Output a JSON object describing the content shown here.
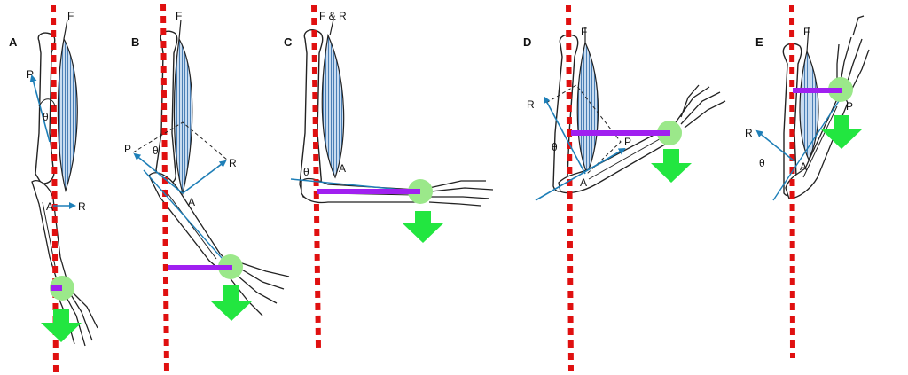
{
  "figure": {
    "colors": {
      "plumb_line": "#e01010",
      "moment_arm": "#a020f0",
      "load_circle": "#9be88a",
      "gravity_arrow": "#22e640",
      "force_vector": "#1e7fb8",
      "muscle": "#8fb3d9",
      "bone_outline": "#222222"
    },
    "panels": [
      {
        "letter": "A",
        "origin": "F",
        "muscle_force": "P",
        "reaction": "R",
        "attachment": "A",
        "angle": "θ"
      },
      {
        "letter": "B",
        "origin": "F",
        "muscle_force": "P",
        "reaction": "R",
        "attachment": "A",
        "angle": "θ"
      },
      {
        "letter": "C",
        "origin": "F & R",
        "attachment": "A",
        "angle": "θ"
      },
      {
        "letter": "D",
        "origin": "F",
        "muscle_force": "P",
        "reaction": "R",
        "attachment": "A",
        "angle": "θ"
      },
      {
        "letter": "E",
        "origin": "F",
        "muscle_force": "P",
        "reaction": "R",
        "attachment": "A",
        "angle": "θ"
      }
    ]
  }
}
